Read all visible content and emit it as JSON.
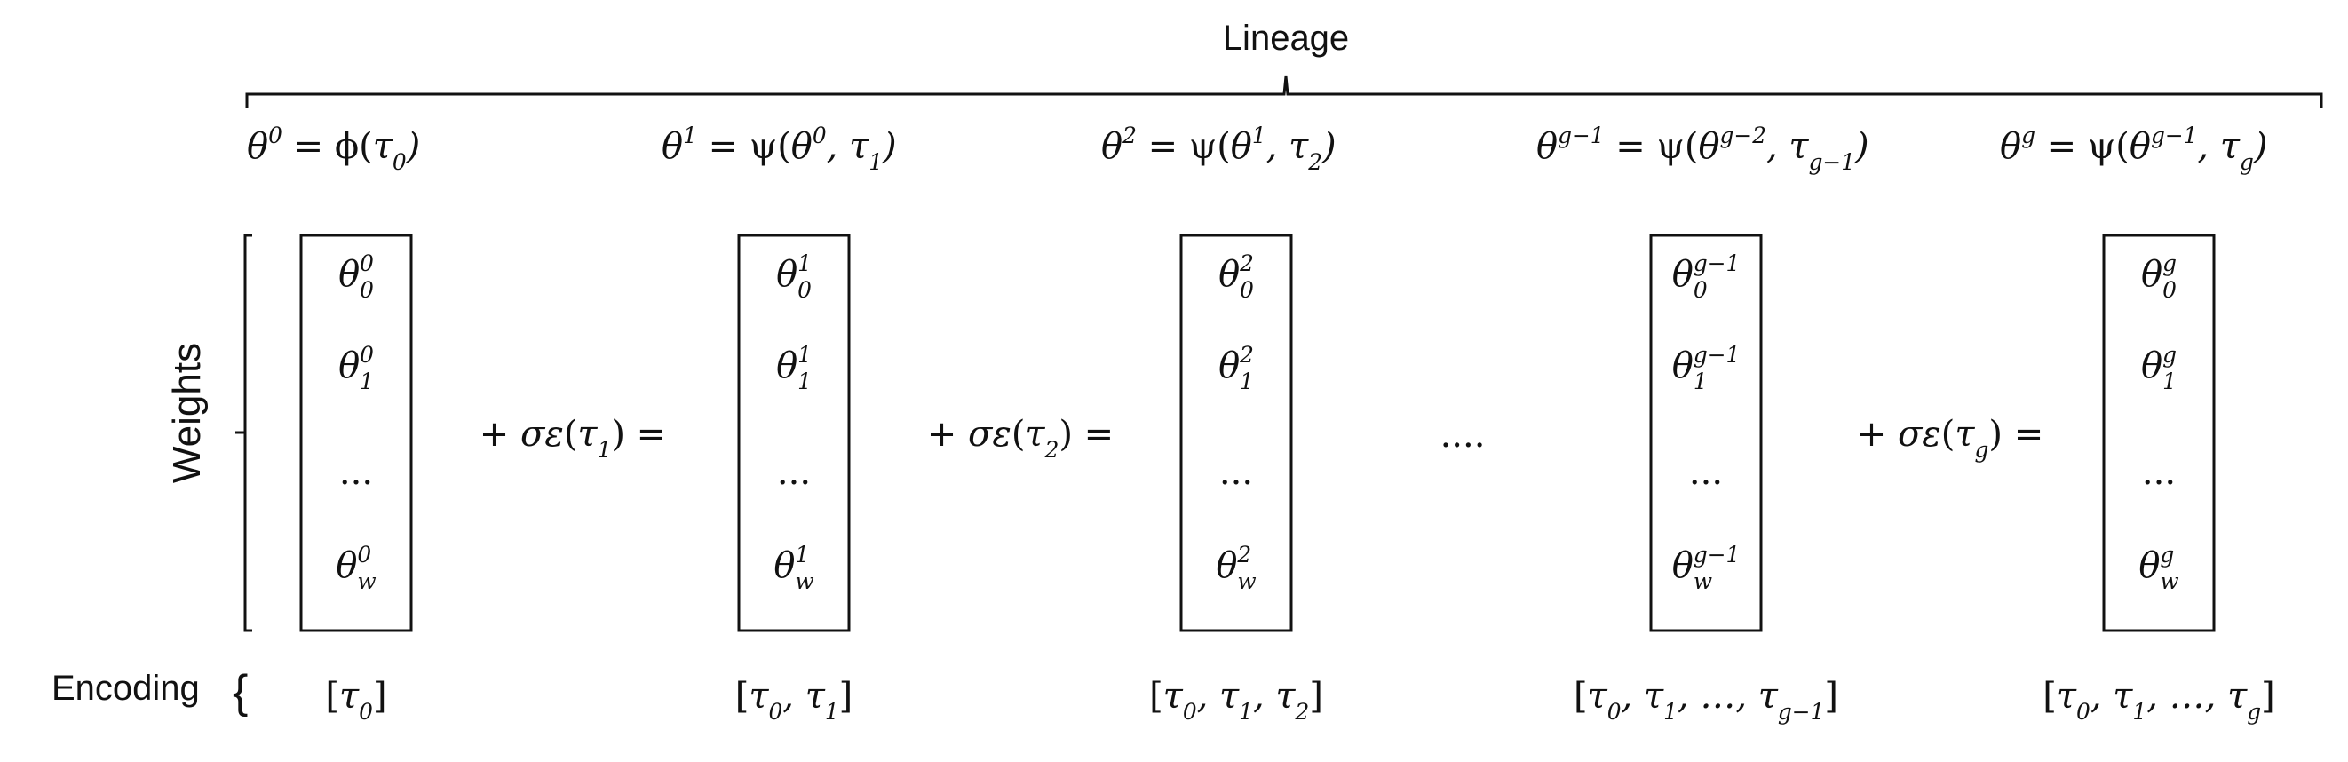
{
  "lineage_label": "Lineage",
  "weights_label": "Weights",
  "encoding_label": "Encoding",
  "continuation_dots": "....",
  "generations": [
    {
      "formula": {
        "lhs_sup": "0",
        "func": "ϕ",
        "args": [
          {
            "b": "τ",
            "s": "0"
          }
        ]
      },
      "entries": [
        {
          "sup": "0",
          "sub": "0"
        },
        {
          "sup": "0",
          "sub": "1"
        },
        "...",
        {
          "sup": "0",
          "sub": "w"
        }
      ],
      "encoding": [
        {
          "b": "τ",
          "s": "0"
        }
      ]
    },
    {
      "formula": {
        "lhs_sup": "1",
        "func": "ψ",
        "args": [
          {
            "b": "θ",
            "p": "0"
          },
          {
            "b": "τ",
            "s": "1"
          }
        ]
      },
      "entries": [
        {
          "sup": "1",
          "sub": "0"
        },
        {
          "sup": "1",
          "sub": "1"
        },
        "...",
        {
          "sup": "1",
          "sub": "w"
        }
      ],
      "encoding": [
        {
          "b": "τ",
          "s": "0"
        },
        {
          "b": "τ",
          "s": "1"
        }
      ]
    },
    {
      "formula": {
        "lhs_sup": "2",
        "func": "ψ",
        "args": [
          {
            "b": "θ",
            "p": "1"
          },
          {
            "b": "τ",
            "s": "2"
          }
        ]
      },
      "entries": [
        {
          "sup": "2",
          "sub": "0"
        },
        {
          "sup": "2",
          "sub": "1"
        },
        "...",
        {
          "sup": "2",
          "sub": "w"
        }
      ],
      "encoding": [
        {
          "b": "τ",
          "s": "0"
        },
        {
          "b": "τ",
          "s": "1"
        },
        {
          "b": "τ",
          "s": "2"
        }
      ]
    },
    {
      "formula": {
        "lhs_sup": "g−1",
        "func": "ψ",
        "args": [
          {
            "b": "θ",
            "p": "g−2"
          },
          {
            "b": "τ",
            "s": "g−1"
          }
        ]
      },
      "entries": [
        {
          "sup": "g−1",
          "sub": "0"
        },
        {
          "sup": "g−1",
          "sub": "1"
        },
        "...",
        {
          "sup": "g−1",
          "sub": "w"
        }
      ],
      "encoding": [
        {
          "b": "τ",
          "s": "0"
        },
        {
          "b": "τ",
          "s": "1"
        },
        {
          "b": "…"
        },
        {
          "b": "τ",
          "s": "g−1"
        }
      ]
    },
    {
      "formula": {
        "lhs_sup": "g",
        "func": "ψ",
        "args": [
          {
            "b": "θ",
            "p": "g−1"
          },
          {
            "b": "τ",
            "s": "g"
          }
        ]
      },
      "entries": [
        {
          "sup": "g",
          "sub": "0"
        },
        {
          "sup": "g",
          "sub": "1"
        },
        "...",
        {
          "sup": "g",
          "sub": "w"
        }
      ],
      "encoding": [
        {
          "b": "τ",
          "s": "0"
        },
        {
          "b": "τ",
          "s": "1"
        },
        {
          "b": "…"
        },
        {
          "b": "τ",
          "s": "g"
        }
      ]
    }
  ],
  "mutations": [
    {
      "noise": "σε",
      "arg": {
        "b": "τ",
        "s": "1"
      }
    },
    {
      "noise": "σε",
      "arg": {
        "b": "τ",
        "s": "2"
      }
    },
    {
      "noise": "σε",
      "arg": {
        "b": "τ",
        "s": "g"
      }
    }
  ]
}
